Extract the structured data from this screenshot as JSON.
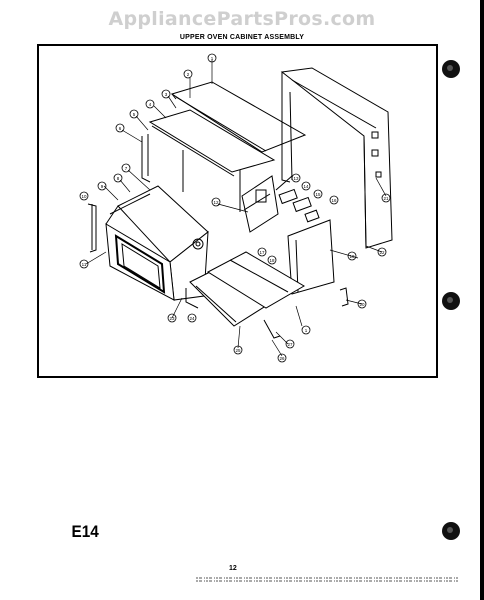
{
  "watermark": "AppliancePartsPros.com",
  "title": "UPPER OVEN CABINET ASSEMBLY",
  "page_code": "E14",
  "page_number": "12",
  "callouts": [
    "1",
    "2",
    "3",
    "4",
    "5",
    "6",
    "7",
    "8",
    "9",
    "10",
    "11",
    "12",
    "13",
    "14",
    "15",
    "16",
    "17",
    "18",
    "19",
    "20",
    "21",
    "22",
    "23",
    "24",
    "25",
    "26",
    "27"
  ]
}
